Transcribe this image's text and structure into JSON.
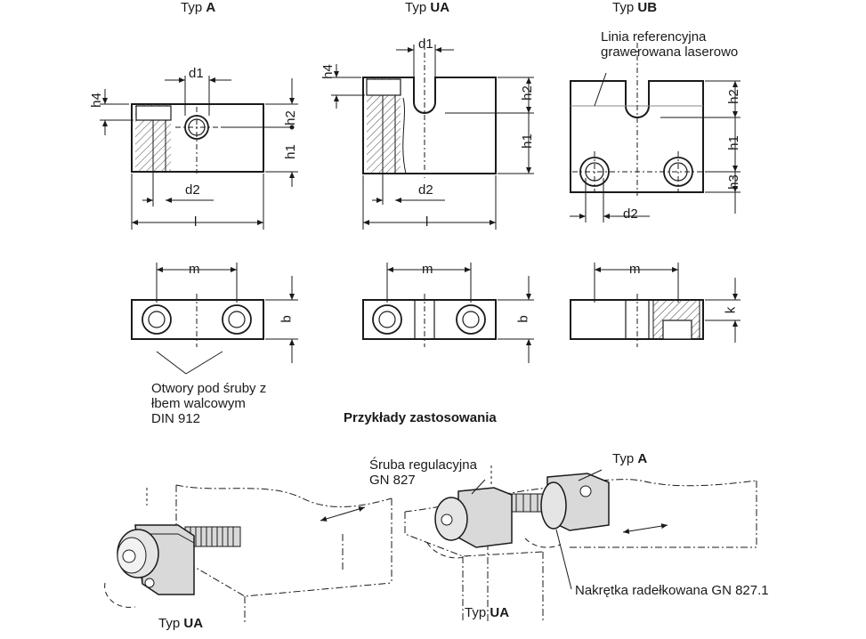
{
  "headers": {
    "type_a": {
      "prefix": "Typ",
      "bold": "A"
    },
    "type_ua": {
      "prefix": "Typ",
      "bold": "UA"
    },
    "type_ub": {
      "prefix": "Typ",
      "bold": "UB"
    }
  },
  "dimensions": {
    "d1": "d1",
    "d2": "d2",
    "h1": "h1",
    "h2": "h2",
    "h3": "h3",
    "h4": "h4",
    "l": "l",
    "m": "m",
    "b": "b",
    "k": "k"
  },
  "annotations": {
    "reference_line": "Linia referencyjna\ngrawerowana laserowo",
    "screw_holes": "Otwory pod śruby z\nłbem walcowym\nDIN 912"
  },
  "examples": {
    "title": "Przykłady zastosowania",
    "adjusting_screw": "Śruba regulacyjna\nGN 827",
    "type_a": {
      "prefix": "Typ",
      "bold": "A"
    },
    "knurled_nut": "Nakrętka radełkowana GN 827.1",
    "type_ua_left": {
      "prefix": "Typ",
      "bold": "UA"
    },
    "type_ua_right": {
      "prefix": "Typ",
      "bold": "UA"
    }
  },
  "colors": {
    "line": "#1a1a1a",
    "part_fill": "#d9d9d9",
    "hatch": "#444444"
  }
}
